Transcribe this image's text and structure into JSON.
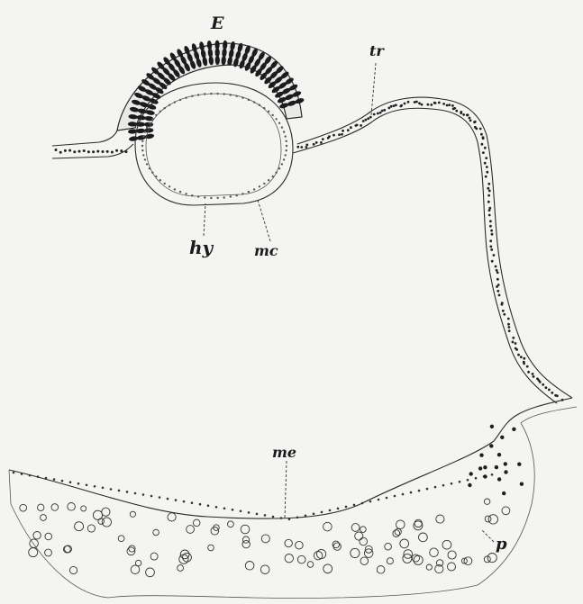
{
  "labels": {
    "E": "E",
    "tr": "tr",
    "hy": "hy",
    "mc": "mc",
    "me": "me",
    "p": "p"
  }
}
